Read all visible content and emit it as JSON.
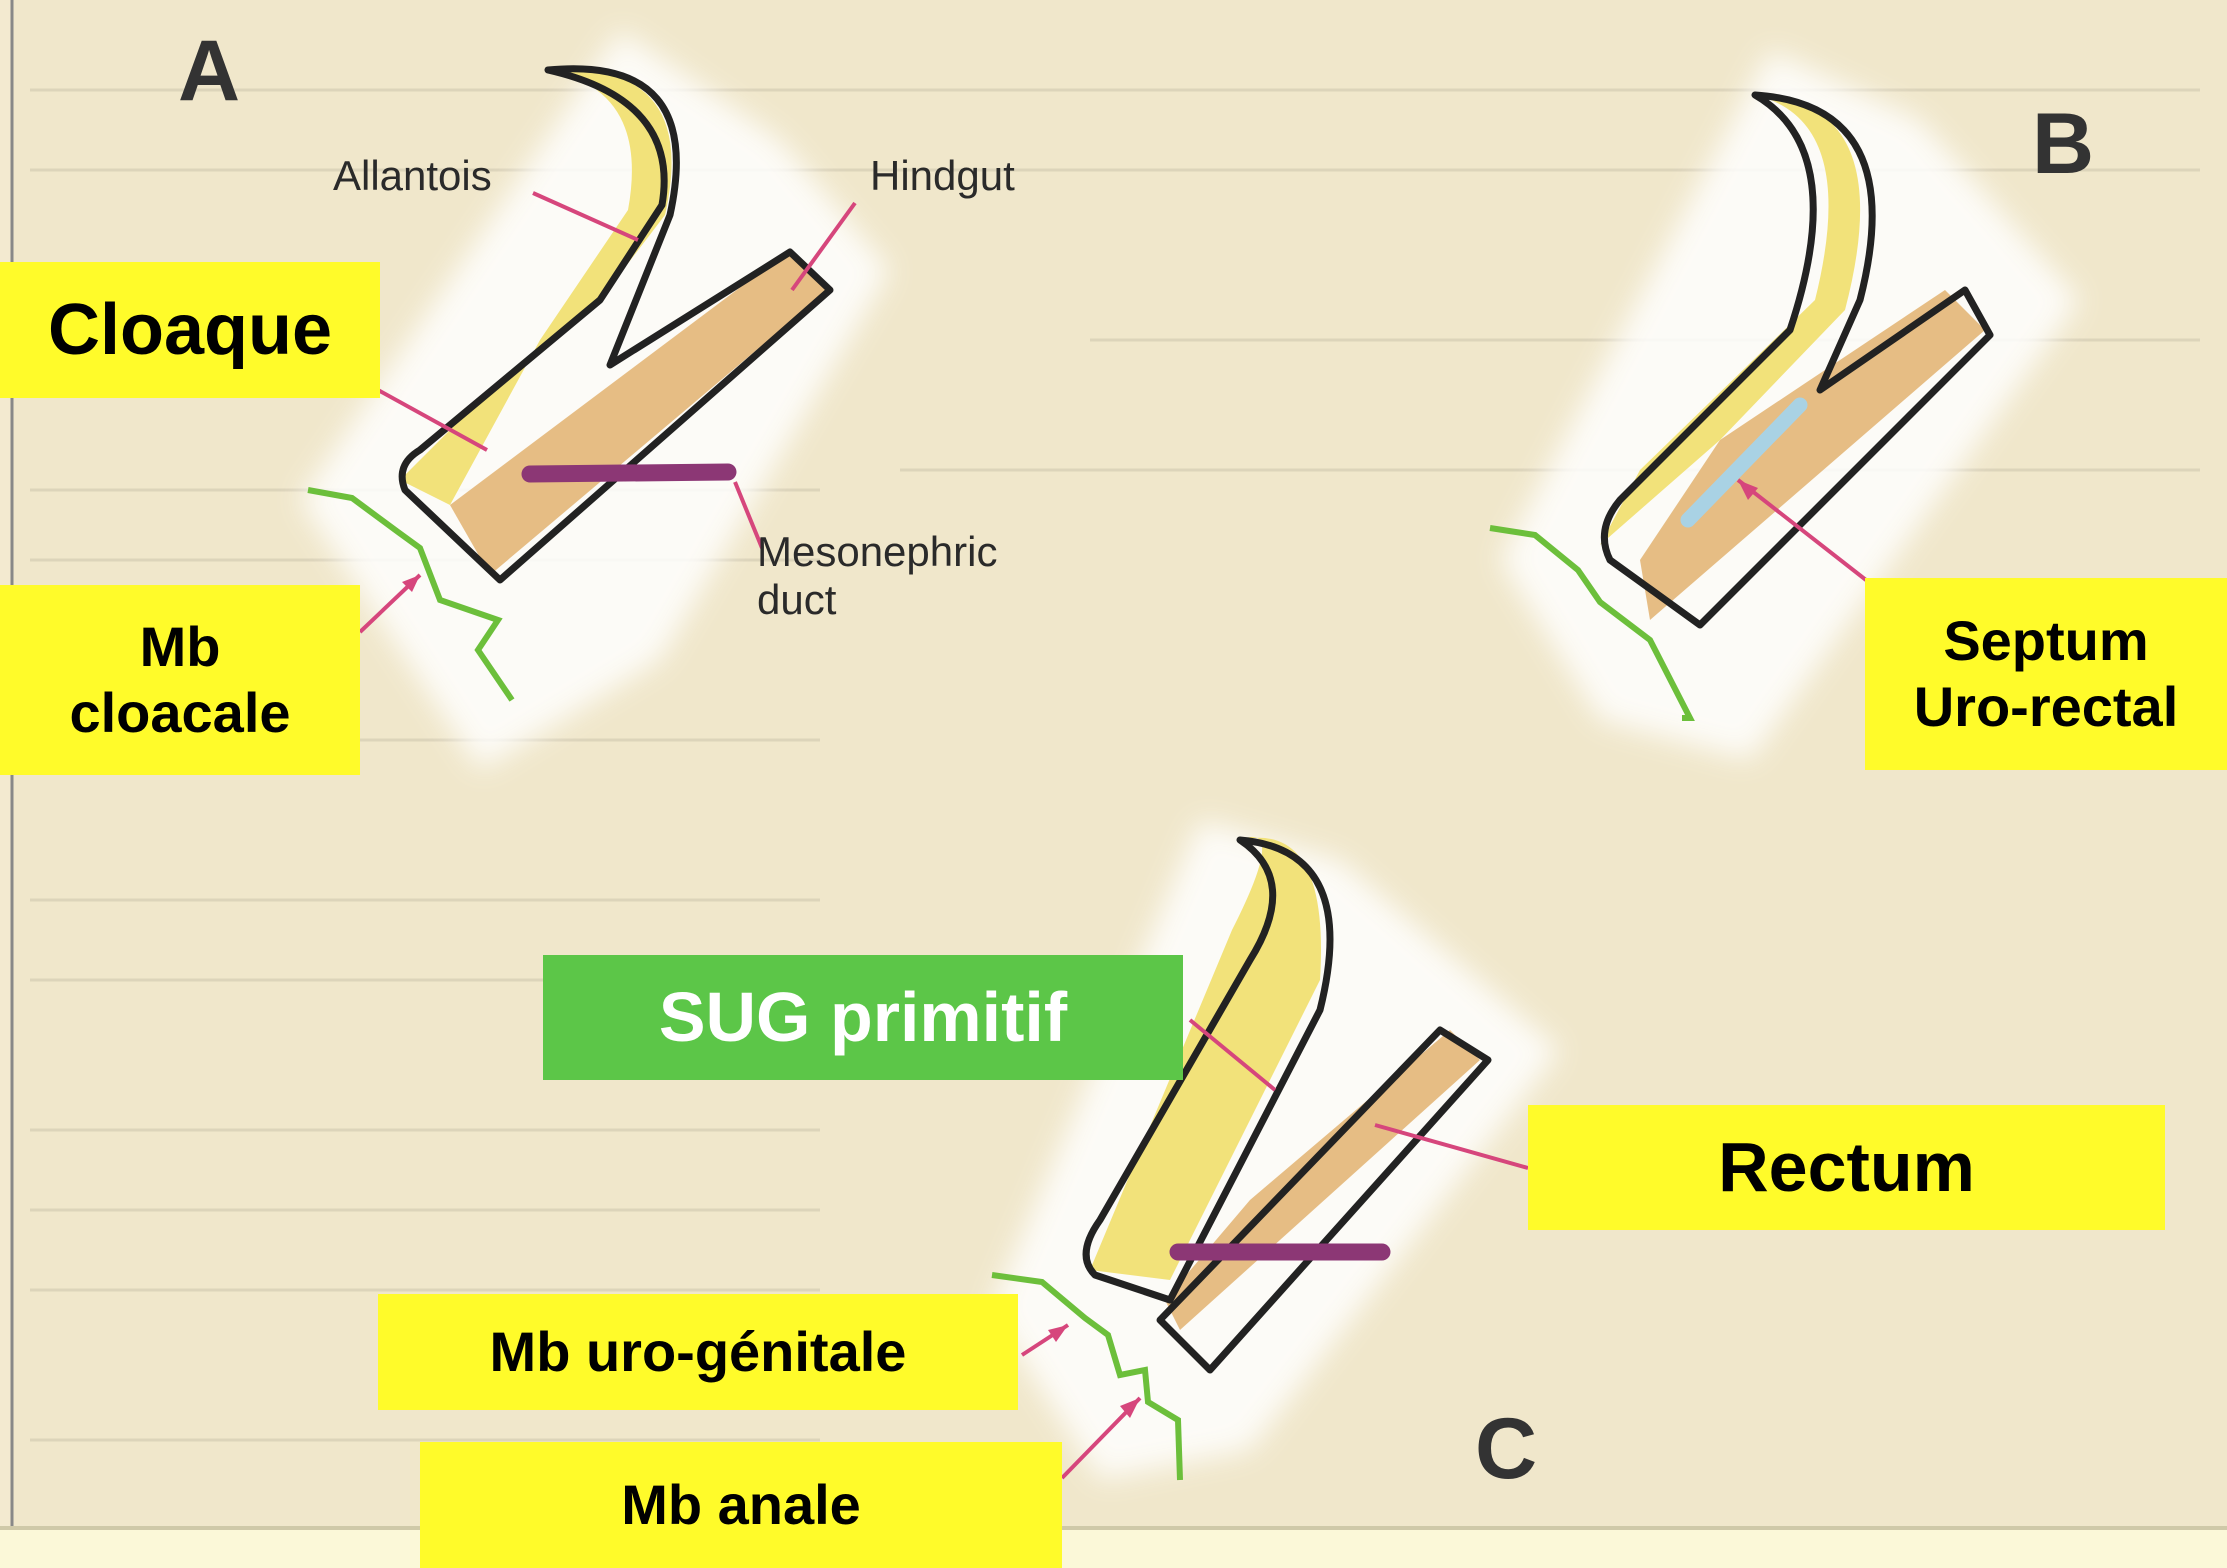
{
  "panels": [
    {
      "letter": "A"
    },
    {
      "letter": "B"
    },
    {
      "letter": "C"
    }
  ],
  "original_labels": {
    "allantois": "Allantois",
    "hindgut": "Hindgut",
    "mesonephric_duct": "Mesonephric\nduct"
  },
  "overlay_labels": {
    "cloaque": "Cloaque",
    "mb_cloacale": "Mb\ncloacale",
    "septum_uro_rectal": "Septum\nUro-rectal",
    "sug_primitif": "SUG primitif",
    "rectum": "Rectum",
    "mb_uro_genitale": "Mb uro-génitale",
    "mb_anale": "Mb anale"
  },
  "colors": {
    "label_yellow": "#fffb2a",
    "label_green": "#5cc648",
    "urogenital_yellow": "#f2e27a",
    "hindgut_tan": "#e6bd84",
    "mesonephric_purple": "#8c3775",
    "septum_blue": "#a9d2e4",
    "membrane_green": "#6cbf3b",
    "pointer_pink": "#d6467c",
    "background": "#f3ead0"
  }
}
